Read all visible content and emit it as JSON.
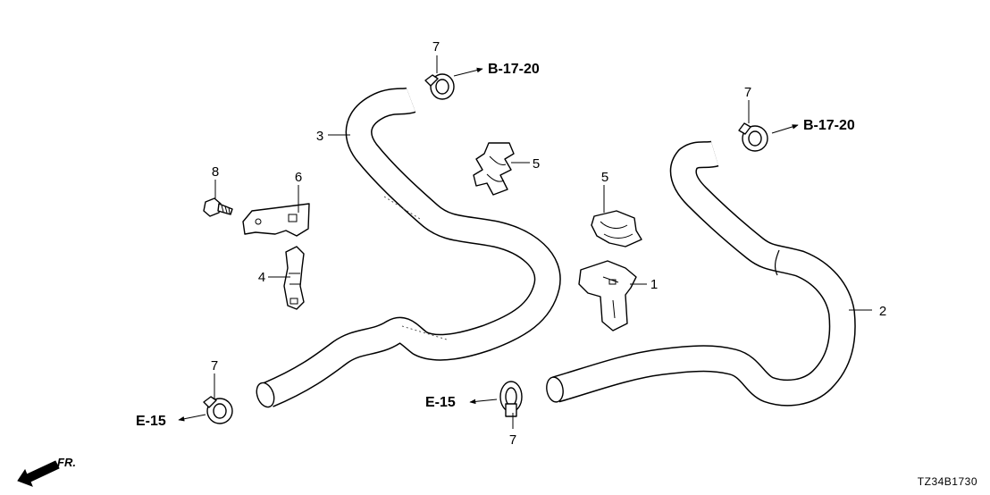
{
  "diagram": {
    "code": "TZ34B1730",
    "front_label": "FR.",
    "callouts": {
      "c1": "1",
      "c2": "2",
      "c3": "3",
      "c4": "4",
      "c5a": "5",
      "c5b": "5",
      "c6": "6",
      "c7a": "7",
      "c7b": "7",
      "c7c": "7",
      "c7d": "7",
      "c8": "8"
    },
    "refs": {
      "r1": "B-17-20",
      "r2": "B-17-20",
      "r3": "E-15",
      "r4": "E-15"
    }
  }
}
